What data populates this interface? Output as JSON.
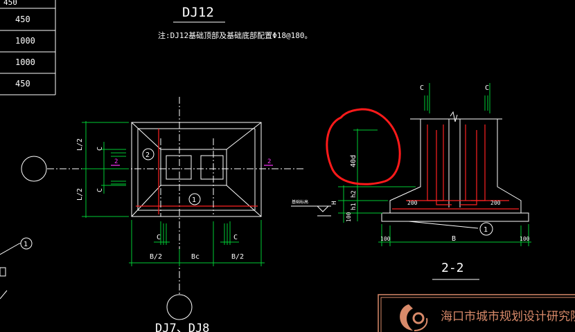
{
  "title": "DJ12",
  "note": "注:DJ12基础顶部及基础底部配置Φ18@180。",
  "table_values": [
    "450",
    "1000",
    "1000",
    "450"
  ],
  "plan": {
    "dim_left_top": "L/2",
    "dim_left_bottom": "L/2",
    "dim_c_1": "C",
    "dim_c_2": "C",
    "dim_c_3": "C",
    "dim_c_4": "C",
    "section_mark_left": "2",
    "section_mark_right": "2",
    "bubble_2": "2",
    "bubble_1": "1",
    "dim_b2_left": "B/2",
    "dim_bc": "Bc",
    "dim_b2_right": "B/2"
  },
  "section": {
    "dim_c_left": "C",
    "dim_c_right": "C",
    "dim_40d": "40d",
    "dim_h2": "h2",
    "dim_h1": "h1",
    "dim_H": "H",
    "dim_100_v": "100",
    "label_200_left": "200",
    "label_200_right": "200",
    "bubble_1": "1",
    "dim_100_left": "100",
    "dim_B": "B",
    "dim_100_right": "100",
    "section_title": "2-2",
    "elev_label": "基础标高"
  },
  "left_bubble": "1",
  "bottom_label": "DJ7、DJ8",
  "stamp_text": "海口市城市规划设计研究院",
  "colors": {
    "background": "#000000",
    "lines": "#ffffff",
    "dimension": "#00cc33",
    "rebar": "#ff2222",
    "section_marks": "#ff33ff",
    "highlight_circle": "#ff1a1a",
    "stamp": "#d98a6a"
  }
}
